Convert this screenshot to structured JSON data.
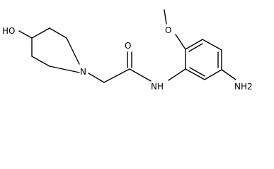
{
  "molecule": {
    "labels": {
      "hydroxyl": "HO",
      "piperidine_n": "N",
      "carbonyl_o": "O",
      "amide_nh": "NH",
      "methoxy_o": "O",
      "amine": "NH2"
    }
  },
  "colors": {
    "bond": "#000000",
    "text": "#000000",
    "background": "#ffffff"
  }
}
